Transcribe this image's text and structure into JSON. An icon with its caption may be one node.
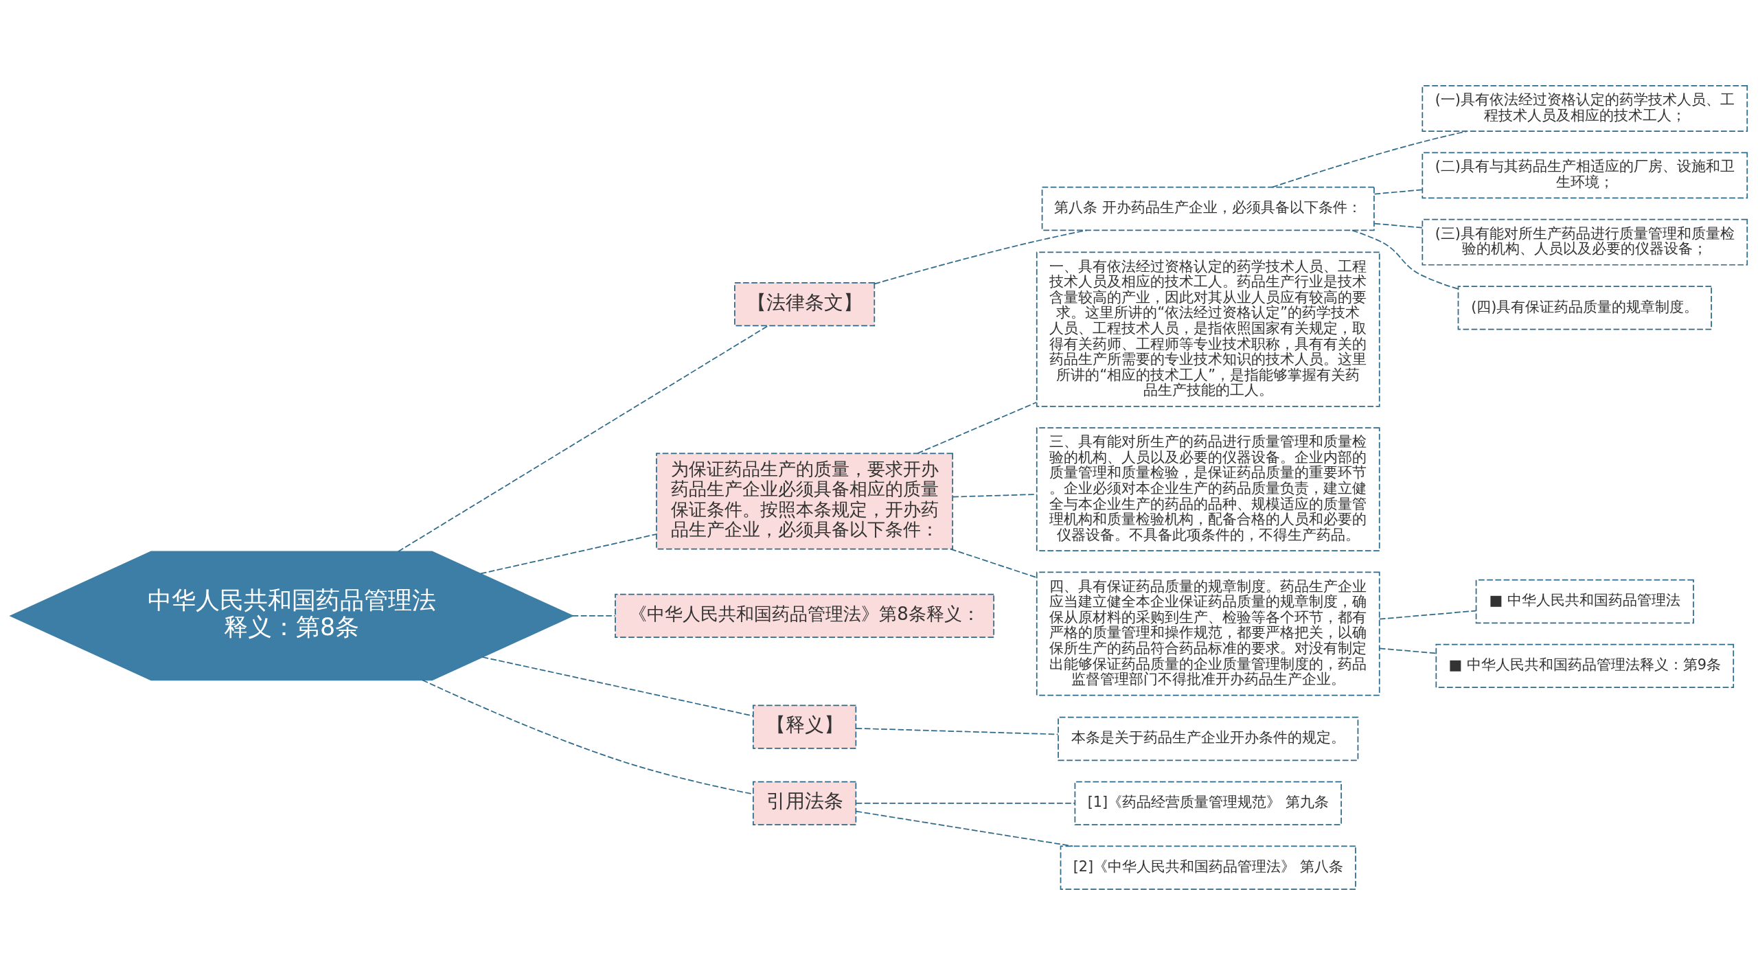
{
  "diagram": {
    "nodes": [
      {
        "text": [
          "中华人民共和国药品管理法释义：第8条"
        ]
      },
      {
        "text": [
          "【法律条文】"
        ]
      },
      {
        "text": [
          "第八条 开办药品生产企业，必须具备以下条件："
        ]
      },
      {
        "text": [
          "(一)具有依法经过资格认定的药学技术人员、工程技术人员及相应的技术工人；"
        ]
      },
      {
        "text": [
          "(二)具有与其药品生产相适应的厂房、设施和卫生环境；"
        ]
      },
      {
        "text": [
          "(三)具有能对所生产药品进行质量管理和质量检验的机构、人员以及必要的仪器设备；"
        ]
      },
      {
        "text": [
          "(四)具有保证药品质量的规章制度。"
        ]
      },
      {
        "text": [
          "为保证药品生产的质量，要求开办药品生产企业必须具备相应的质量保证条件。按照本条规定，开办药品生产企业，必须具备以下条件："
        ]
      },
      {
        "text": [
          "一、具有依法经过资格认定的药学技术人员、工程技术人员及相应的技术工人。药品生产行业是技术含量较高的产业，因此对其从业人员应有较高的要求。这里所讲的“依法经过资格认定”的药学技术人员、工程技术人员，是指依照国家有关规定，取得有关药师、工程师等专业技术职称，具有有关的药品生产所需要的专业技术知识的技术人员。这里所讲的“相应的技术工人”，是指能够掌握有关药品生产技能的工人。"
        ]
      },
      {
        "text": [
          "三、具有能对所生产的药品进行质量管理和质量检验的机构、人员以及必要的仪器设备。企业内部的质量管理和质量检验，是保证药品质量的重要环节。企业必须对本企业生产的药品质量负责，建立健全与本企业生产的药品的品种、规模适应的质量管理机构和质量检验机构，配备合格的人员和必要的仪器设备。不具备此项条件的，不得生产药品。"
        ]
      },
      {
        "text": [
          "四、具有保证药品质量的规章制度。药品生产企业应当建立健全本企业保证药品质量的规章制度，确保从原材料的采购到生产、检验等各个环节，都有严格的质量管理和操作规范，都要严格把关，以确保所生产的药品符合药品标准的要求。对没有制定出能够保证药品质量的企业质量管理制度的，药品监督管理部门不得批准开办药品生产企业。"
        ]
      },
      {
        "text": [
          "■ 中华人民共和国药品管理法"
        ]
      },
      {
        "text": [
          "■ 中华人民共和国药品管理法释义：第9条"
        ]
      },
      {
        "text": [
          "《中华人民共和国药品管理法》第8条释义："
        ]
      },
      {
        "text": [
          "【释义】"
        ]
      },
      {
        "text": [
          "本条是关于药品生产企业开办条件的规定。"
        ]
      },
      {
        "text": [
          "引用法条"
        ]
      },
      {
        "text": [
          "[1]《药品经营质量管理规范》 第九条"
        ]
      },
      {
        "text": [
          "[2]《中华人民共和国药品管理法》 第八条"
        ]
      }
    ],
    "edges": [
      {
        "from": 0,
        "to": 1,
        "arrow": "none",
        "style": "dashed"
      },
      {
        "from": 1,
        "to": 2,
        "arrow": "none",
        "style": "dashed"
      },
      {
        "from": 2,
        "to": 3,
        "arrow": "none",
        "style": "dashed"
      },
      {
        "from": 2,
        "to": 4,
        "arrow": "none",
        "style": "dashed"
      },
      {
        "from": 2,
        "to": 5,
        "arrow": "none",
        "style": "dashed"
      },
      {
        "from": 2,
        "to": 6,
        "arrow": "none",
        "style": "dashed"
      },
      {
        "from": 0,
        "to": 7,
        "arrow": "none",
        "style": "dashed"
      },
      {
        "from": 7,
        "to": 8,
        "arrow": "none",
        "style": "dashed"
      },
      {
        "from": 7,
        "to": 9,
        "arrow": "none",
        "style": "dashed"
      },
      {
        "from": 7,
        "to": 10,
        "arrow": "none",
        "style": "dashed"
      },
      {
        "from": 10,
        "to": 11,
        "arrow": "none",
        "style": "dashed"
      },
      {
        "from": 10,
        "to": 12,
        "arrow": "none",
        "style": "dashed"
      },
      {
        "from": 0,
        "to": 13,
        "arrow": "none",
        "style": "dashed"
      },
      {
        "from": 0,
        "to": 14,
        "arrow": "none",
        "style": "dashed"
      },
      {
        "from": 14,
        "to": 15,
        "arrow": "none",
        "style": "dashed"
      },
      {
        "from": 0,
        "to": 16,
        "arrow": "none",
        "style": "dashed"
      },
      {
        "from": 16,
        "to": 17,
        "arrow": "none",
        "style": "dashed"
      },
      {
        "from": 16,
        "to": 18,
        "arrow": "none",
        "style": "dashed"
      }
    ]
  }
}
